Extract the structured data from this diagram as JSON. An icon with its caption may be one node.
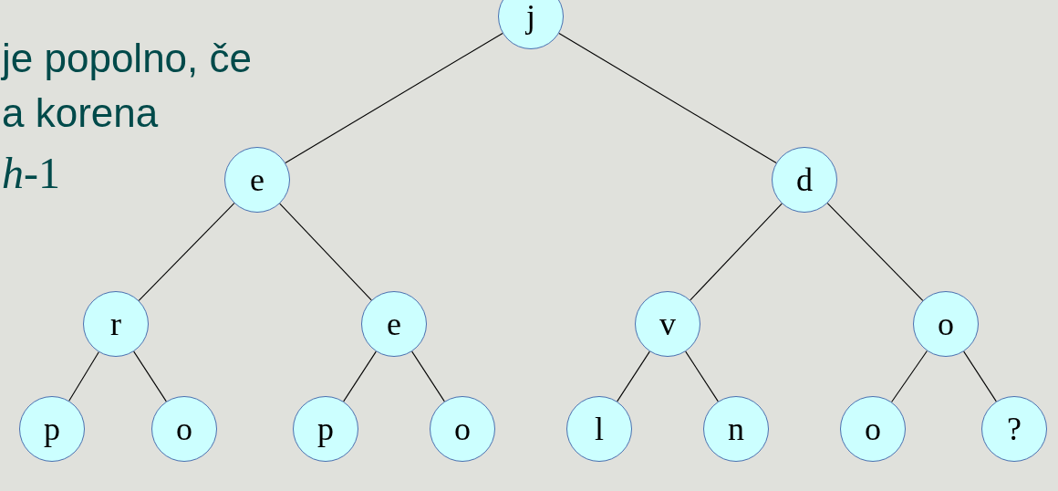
{
  "diagram": {
    "nodes": [
      {
        "text": [
          "j"
        ]
      },
      {
        "text": [
          "e"
        ]
      },
      {
        "text": [
          "d"
        ]
      },
      {
        "text": [
          "r"
        ]
      },
      {
        "text": [
          "e"
        ]
      },
      {
        "text": [
          "v"
        ]
      },
      {
        "text": [
          "o"
        ]
      },
      {
        "text": [
          "p"
        ]
      },
      {
        "text": [
          "o"
        ]
      },
      {
        "text": [
          "p"
        ]
      },
      {
        "text": [
          "o"
        ]
      },
      {
        "text": [
          "l"
        ]
      },
      {
        "text": [
          "n"
        ]
      },
      {
        "text": [
          "o"
        ]
      },
      {
        "text": [
          "?"
        ]
      }
    ],
    "edges": [
      {
        "from": 0,
        "to": 1,
        "arrow": "none"
      },
      {
        "from": 0,
        "to": 2,
        "arrow": "none"
      },
      {
        "from": 1,
        "to": 3,
        "arrow": "none"
      },
      {
        "from": 1,
        "to": 4,
        "arrow": "none"
      },
      {
        "from": 2,
        "to": 5,
        "arrow": "none"
      },
      {
        "from": 2,
        "to": 6,
        "arrow": "none"
      },
      {
        "from": 3,
        "to": 7,
        "arrow": "none"
      },
      {
        "from": 3,
        "to": 8,
        "arrow": "none"
      },
      {
        "from": 4,
        "to": 9,
        "arrow": "none"
      },
      {
        "from": 4,
        "to": 10,
        "arrow": "none"
      },
      {
        "from": 5,
        "to": 11,
        "arrow": "none"
      },
      {
        "from": 5,
        "to": 12,
        "arrow": "none"
      },
      {
        "from": 6,
        "to": 13,
        "arrow": "none"
      },
      {
        "from": 6,
        "to": 14,
        "arrow": "none"
      }
    ],
    "labels": [
      "je popolno, če",
      "a korena",
      "*h*-1"
    ]
  }
}
